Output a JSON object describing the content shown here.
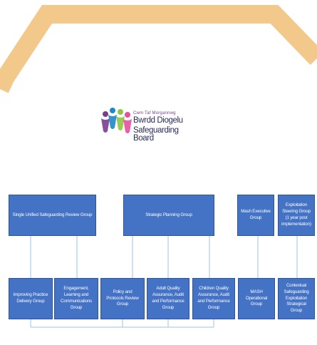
{
  "logo": {
    "subtitle": "Cwm Taf Morgannwg",
    "line1": "Bwrdd Diogelu",
    "line2": "Safeguarding Board",
    "colors": [
      "#7a3d8f",
      "#1e88c7",
      "#8dc63f",
      "#e84f9a"
    ]
  },
  "frame_color": "#f2c98a",
  "box_color": "#4472c4",
  "connector_color": "#9dc3e6",
  "top_groups": [
    {
      "label": "Single Unified Safeguarding Review Group"
    },
    {
      "label": "Strategic Planning Group"
    },
    {
      "label": "Mash Executive Group"
    },
    {
      "label": "Exploitation Steering Group (1 year post implementation)"
    }
  ],
  "sub_groups": [
    {
      "label": "Improving Practice Delivery Group"
    },
    {
      "label": "Engagement, Learning and Communications Group"
    },
    {
      "label": "Policy and Protocols Review Group"
    },
    {
      "label": "Adult Quality Assurance, Audit and Performance Group"
    },
    {
      "label": "Children Quality Assurance, Audit and Performance Group"
    },
    {
      "label": "MASH Operational Group"
    },
    {
      "label": "Contextual Safeguarding Exploitation Strategical Group"
    }
  ]
}
